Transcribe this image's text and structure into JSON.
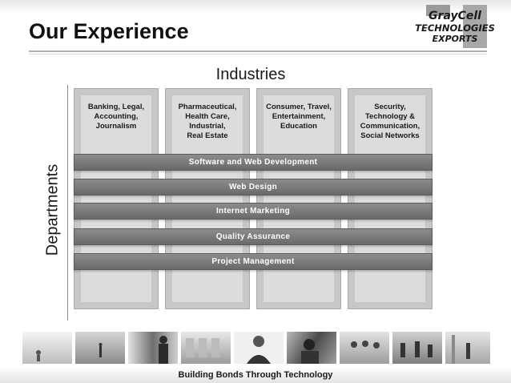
{
  "title": "Our Experience",
  "logo": {
    "line1": "GrayCell",
    "line2": "TECHNOLOGIES",
    "line3": "EXPORTS"
  },
  "industries_header": "Industries",
  "departments_label": "Departments",
  "industries": [
    "Banking, Legal,\nAccounting,\nJournalism",
    "Pharmaceutical,\nHealth Care,\nIndustrial,\nReal Estate",
    "Consumer, Travel,\nEntertainment,\nEducation",
    "Security,\nTechnology &\nCommunication,\nSocial Networks"
  ],
  "departments": [
    "Software and Web Development",
    "Web Design",
    "Internet Marketing",
    "Quality Assurance",
    "Project Management"
  ],
  "footer": "Building Bonds Through Technology",
  "colors": {
    "band": "#7a7a7a",
    "column": "#c7c7c7",
    "column_inner": "#dcdcdc"
  }
}
